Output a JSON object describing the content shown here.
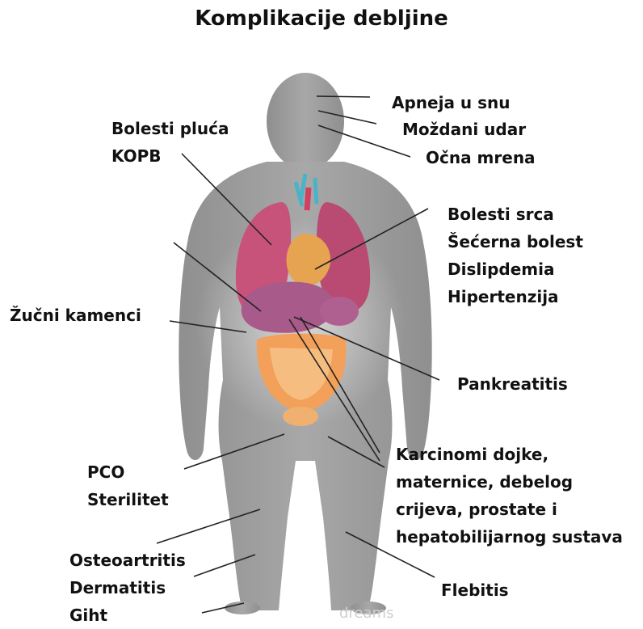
{
  "title": "Komplikacije debljine",
  "labels": {
    "apnea": "Apneja u snu",
    "stroke": "Moždani udar",
    "cataract": "Očna mrena",
    "lung": [
      "Bolesti pluća",
      "KOPB"
    ],
    "heart": [
      "Bolesti srca",
      "Šećerna bolest",
      "Dislipdemia",
      "Hipertenzija"
    ],
    "gallstones": "Žučni kamenci",
    "pancreatitis": "Pankreatitis",
    "cancer": [
      "Karcinomi dojke,",
      "maternice, debelog",
      "crijeva, prostate i",
      "hepatobilijarnog sustava"
    ],
    "pco": [
      "PCO",
      "Sterilitet"
    ],
    "joints": [
      "Osteoartritis",
      "Dermatitis",
      "Giht"
    ],
    "phlebitis": "Flebitis"
  },
  "watermark": "dreams",
  "colors": {
    "body": "#9c9c9c",
    "body_dark": "#7d7d7d",
    "lung": "#c7537a",
    "liver": "#a85a8a",
    "intestine": "#f2a05a",
    "heart": "#e6a450",
    "leader": "#222222"
  }
}
